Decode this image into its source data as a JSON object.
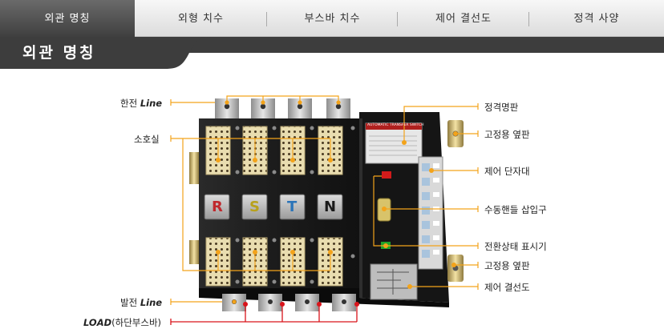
{
  "tabs": [
    {
      "label": "외관 명칭",
      "active": true
    },
    {
      "label": "외형 치수",
      "active": false
    },
    {
      "label": "부스바 치수",
      "active": false
    },
    {
      "label": "제어 결선도",
      "active": false
    },
    {
      "label": "정격 사양",
      "active": false
    }
  ],
  "page_title": "외관 명칭",
  "labels": {
    "main_line_prefix": "한전",
    "main_line_suffix": "Line",
    "arc_chamber": "소호실",
    "gen_line_prefix": "발전",
    "gen_line_suffix": "Line",
    "load_prefix": "LOAD",
    "load_suffix": "(하단부스바)",
    "rating_plate": "정격명판",
    "side_plate_top": "고정용 옆판",
    "control_terminal": "제어 단자대",
    "manual_handle": "수동핸들 삽입구",
    "transfer_indicator": "전환상태 표시기",
    "side_plate_bottom": "고정용 옆판",
    "control_wiring": "제어 결선도"
  },
  "phases": [
    {
      "letter": "R",
      "color": "#c0282d"
    },
    {
      "letter": "S",
      "color": "#b8a11c"
    },
    {
      "letter": "T",
      "color": "#2a74b8"
    },
    {
      "letter": "N",
      "color": "#1a1a1a"
    }
  ],
  "nameplate_text": "AUTOMATIC TRANSFER SWITCH",
  "colors": {
    "accent": "#f3a31a",
    "load_line": "#d9141b",
    "tab_active": "#4f4f4f",
    "title_bar": "#3d3d3d"
  }
}
